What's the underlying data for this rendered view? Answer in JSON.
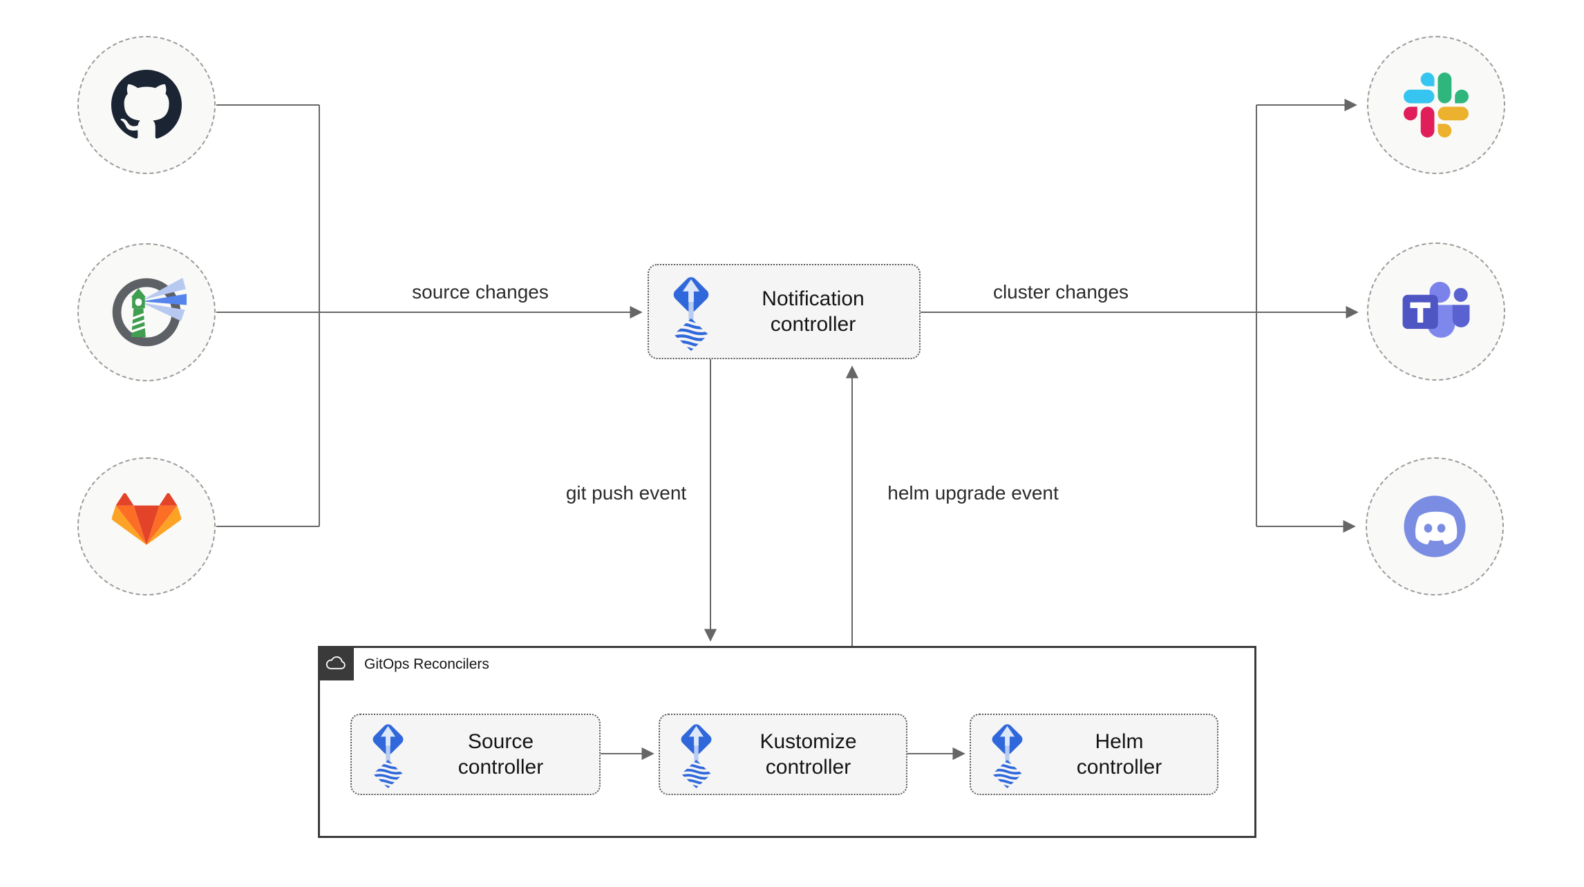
{
  "diagram": {
    "sources": [
      {
        "id": "github",
        "icon": "github-icon"
      },
      {
        "id": "harbor",
        "icon": "harbor-icon"
      },
      {
        "id": "gitlab",
        "icon": "gitlab-icon"
      }
    ],
    "notification": {
      "label_line1": "Notification",
      "label_line2": "controller",
      "icon": "flux-icon"
    },
    "targets": [
      {
        "id": "slack",
        "icon": "slack-icon"
      },
      {
        "id": "teams",
        "icon": "teams-icon"
      },
      {
        "id": "discord",
        "icon": "discord-icon"
      }
    ],
    "edges": {
      "source_changes": "source changes",
      "cluster_changes": "cluster changes",
      "git_push_event": "git push event",
      "helm_upgrade_event": "helm upgrade event"
    },
    "reconcilers": {
      "label": "GitOps Reconcilers",
      "icon": "cloud-icon",
      "controllers": [
        {
          "label_line1": "Source",
          "label_line2": "controller",
          "icon": "flux-icon"
        },
        {
          "label_line1": "Kustomize",
          "label_line2": "controller",
          "icon": "flux-icon"
        },
        {
          "label_line1": "Helm",
          "label_line2": "controller",
          "icon": "flux-icon"
        }
      ]
    },
    "colors": {
      "flux_blue": "#3068db",
      "edge_line": "#666666",
      "node_fill": "#f5f5f5",
      "circle_fill": "#f9f9f7",
      "group_border": "#3a3a3a",
      "github_dark": "#1a2433",
      "harbor_green": "#3f9e4f",
      "gitlab_red": "#e24329",
      "gitlab_orange": "#fc6d26",
      "gitlab_yellow": "#fca326",
      "slack_blue": "#36c5f0",
      "slack_green": "#2eb67d",
      "slack_yellow": "#ecb22e",
      "slack_pink": "#e01e5a",
      "teams_indigo": "#4e56c4",
      "discord_blurple": "#7b8de2"
    }
  }
}
